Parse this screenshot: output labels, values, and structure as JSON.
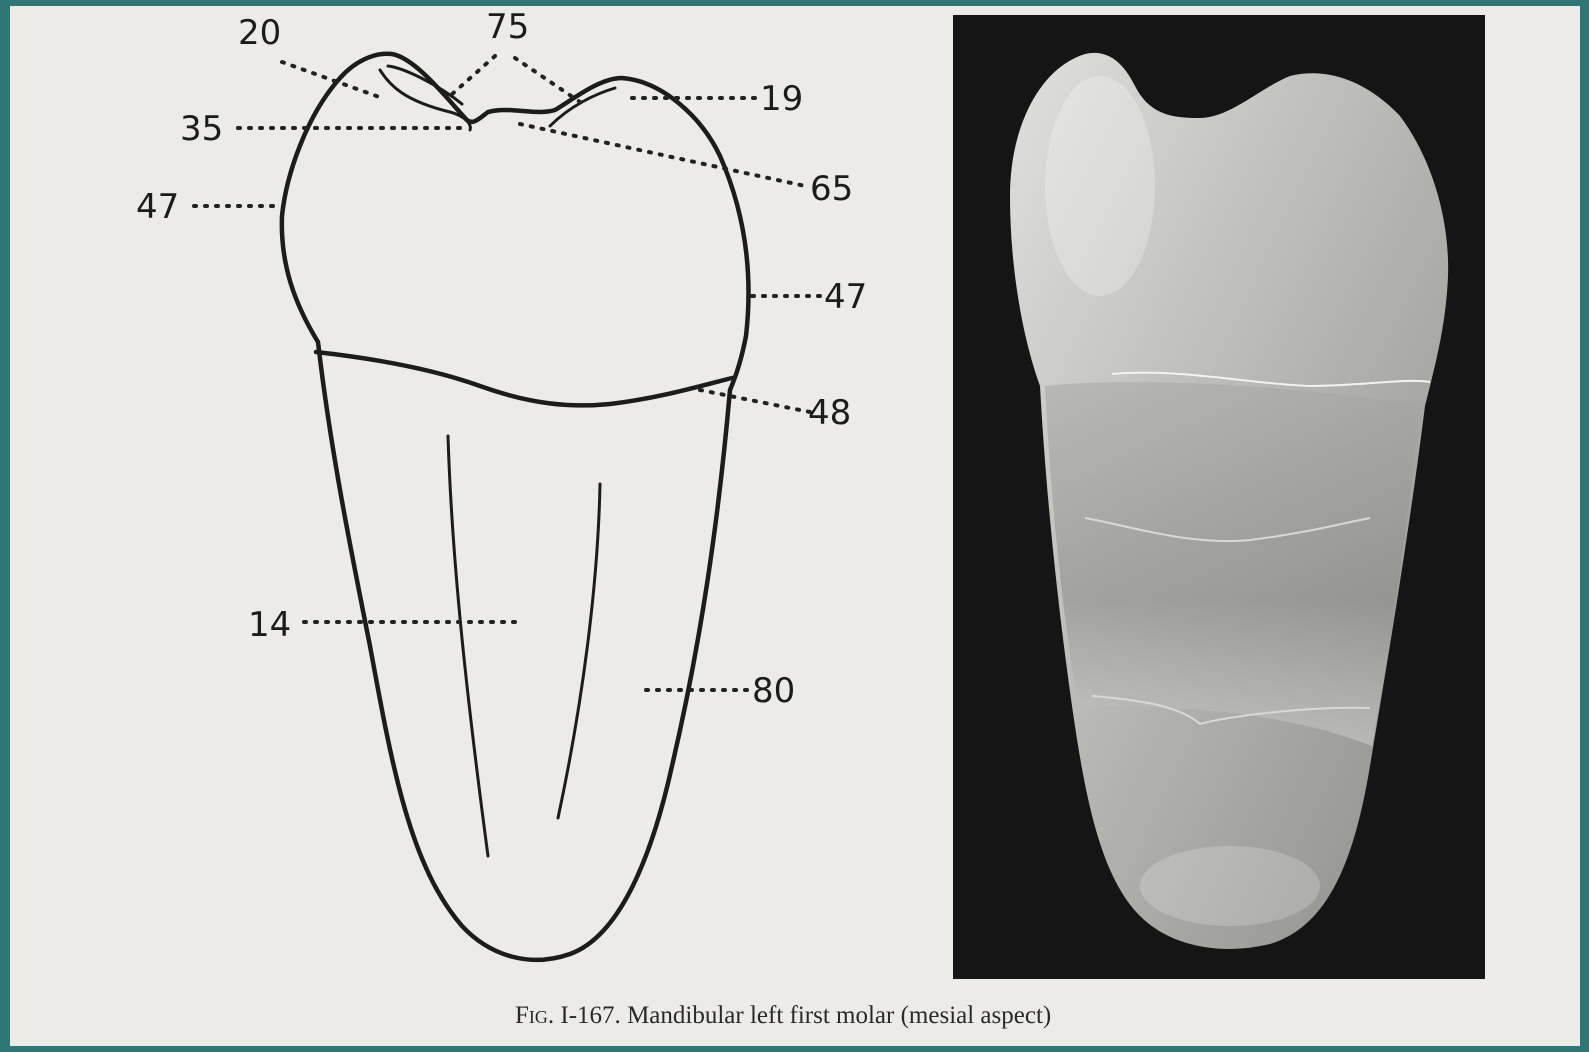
{
  "figure": {
    "caption_prefix": "Fig.",
    "caption_number": "I-167.",
    "caption_text": "Mandibular left first molar (mesial aspect)"
  },
  "drawing": {
    "labels": {
      "l20": "20",
      "l75": "75",
      "l19": "19",
      "l35": "35",
      "l65": "65",
      "l47_left": "47",
      "l47_right": "47",
      "l48": "48",
      "l14": "14",
      "l80": "80"
    }
  },
  "colors": {
    "background_frame": "#2f7777",
    "paper": "#ecebe7",
    "ink": "#1c1c1c",
    "photo_background": "#151515"
  }
}
